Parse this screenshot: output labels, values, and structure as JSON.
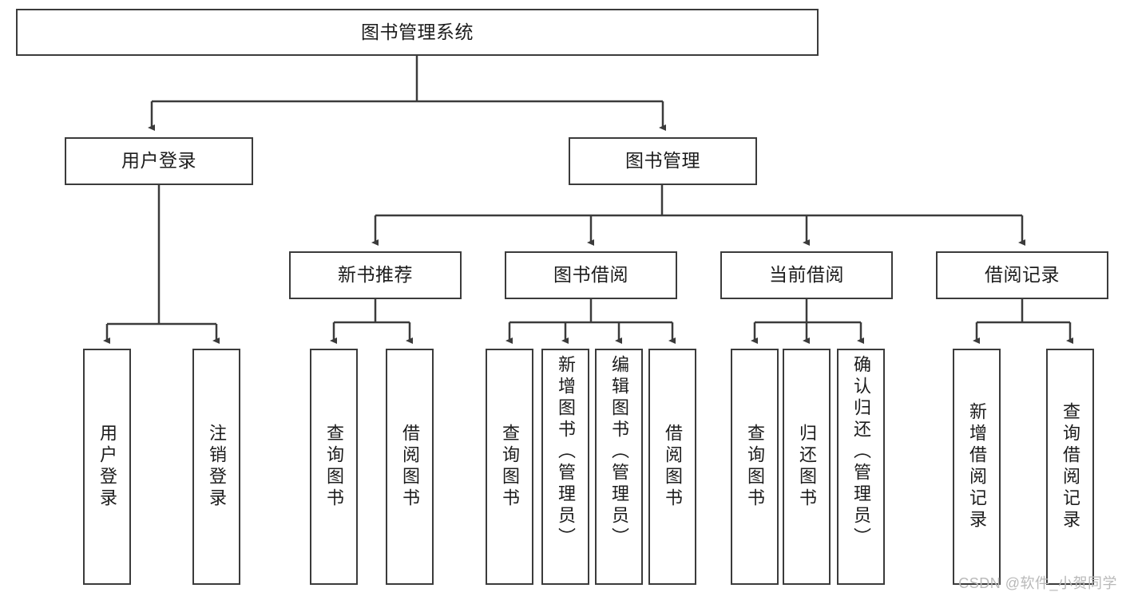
{
  "diagram": {
    "title": "图书管理系统",
    "type": "tree",
    "watermark": "CSDN @软件_小贺同学",
    "colors": {
      "node_border": "#3b3b3b",
      "node_fill": "#ffffff",
      "connector": "#3b3b3b",
      "text": "#1c1c1c",
      "watermark": "#b9b9b9",
      "background": "#ffffff"
    },
    "nodes": {
      "root": {
        "label": "图书管理系统"
      },
      "level2": [
        {
          "id": "user-login",
          "label": "用户登录"
        },
        {
          "id": "book-management",
          "label": "图书管理"
        }
      ],
      "level3": [
        {
          "id": "new-book-recommend",
          "label": "新书推荐"
        },
        {
          "id": "book-borrow",
          "label": "图书借阅"
        },
        {
          "id": "current-borrow",
          "label": "当前借阅"
        },
        {
          "id": "borrow-record",
          "label": "借阅记录"
        }
      ],
      "leaves": {
        "user_login": [
          {
            "id": "leaf-user-login",
            "label": "用户登录"
          },
          {
            "id": "leaf-logout-login",
            "label": "注销登录"
          }
        ],
        "new_book_recommend": [
          {
            "id": "leaf-query-book-1",
            "label": "查询图书"
          },
          {
            "id": "leaf-borrow-book-1",
            "label": "借阅图书"
          }
        ],
        "book_borrow": [
          {
            "id": "leaf-query-book-2",
            "label": "查询图书"
          },
          {
            "id": "leaf-add-book",
            "label": "新增图书（管理员）"
          },
          {
            "id": "leaf-edit-book",
            "label": "编辑图书（管理员）"
          },
          {
            "id": "leaf-borrow-book-2",
            "label": "借阅图书"
          }
        ],
        "current_borrow": [
          {
            "id": "leaf-query-book-3",
            "label": "查询图书"
          },
          {
            "id": "leaf-return-book",
            "label": "归还图书"
          },
          {
            "id": "leaf-confirm-return",
            "label": "确认归还（管理员）"
          }
        ],
        "borrow_record": [
          {
            "id": "leaf-add-record",
            "label": "新增借阅记录"
          },
          {
            "id": "leaf-query-record",
            "label": "查询借阅记录"
          }
        ]
      }
    }
  }
}
